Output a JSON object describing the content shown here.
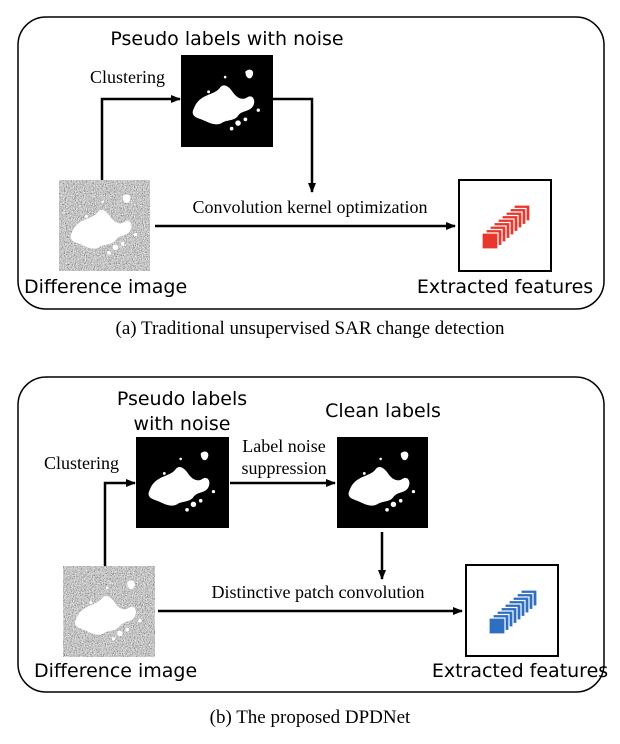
{
  "panel_a": {
    "pseudo_title": "Pseudo labels with noise",
    "clustering": "Clustering",
    "conv_opt": "Convolution kernel optimization",
    "diff_label": "Difference image",
    "extracted_label": "Extracted features",
    "caption": "(a) Traditional unsupervised SAR change detection",
    "feature_color": "#e8372c"
  },
  "panel_b": {
    "pseudo_title_1": "Pseudo labels",
    "pseudo_title_2": "with noise",
    "clean_title": "Clean labels",
    "clustering": "Clustering",
    "noise_1": "Label noise",
    "noise_2": "suppression",
    "patch_conv": "Distinctive patch convolution",
    "diff_label": "Difference image",
    "extracted_label": "Extracted features",
    "caption": "(b) The proposed DPDNet",
    "feature_color": "#2f6fc0"
  }
}
